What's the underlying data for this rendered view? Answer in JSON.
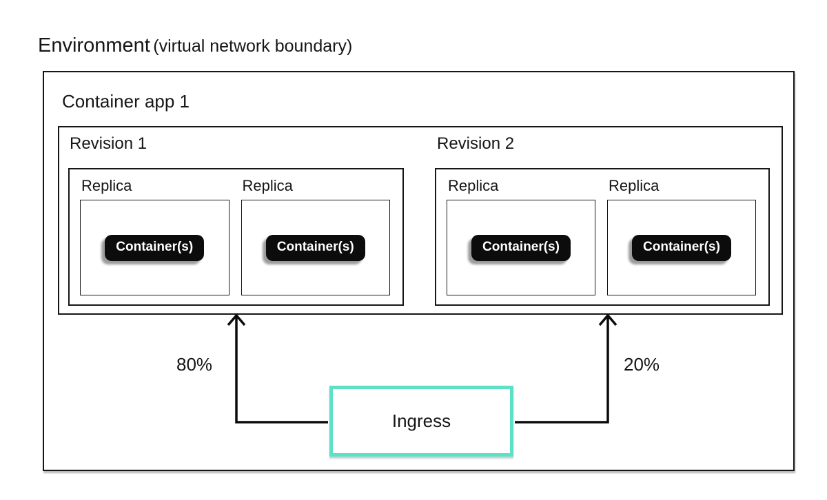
{
  "title": {
    "main": "Environment",
    "sub": "(virtual network boundary)"
  },
  "container_app": {
    "label": "Container app 1",
    "revisions": [
      {
        "label": "Revision 1",
        "traffic": "80%",
        "replicas": [
          {
            "label": "Replica",
            "containers": "Container(s)"
          },
          {
            "label": "Replica",
            "containers": "Container(s)"
          }
        ]
      },
      {
        "label": "Revision 2",
        "traffic": "20%",
        "replicas": [
          {
            "label": "Replica",
            "containers": "Container(s)"
          },
          {
            "label": "Replica",
            "containers": "Container(s)"
          }
        ]
      }
    ]
  },
  "ingress": {
    "label": "Ingress"
  },
  "colors": {
    "line": "#161616",
    "ingress_border": "#5ce0c6",
    "container_pill_bg": "#0c0c0c",
    "container_pill_text": "#ffffff",
    "pill_shadow": "#9c9c9c"
  }
}
